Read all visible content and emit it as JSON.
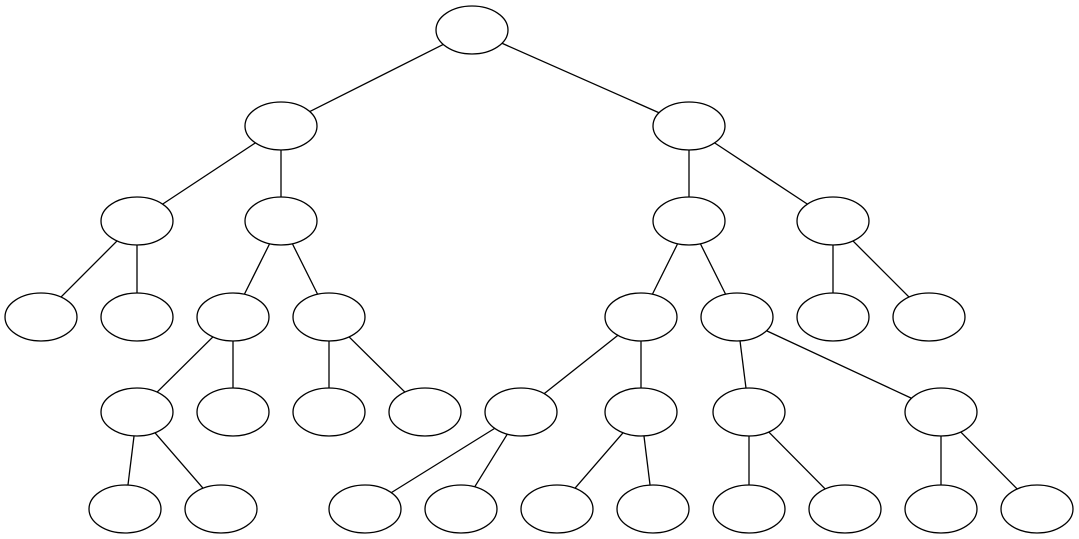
{
  "diagram": {
    "type": "tree",
    "node_labels_visible": false,
    "stroke_color": "#000000",
    "fill_color": "#ffffff",
    "nodes": [
      "n0",
      "n1",
      "n2",
      "n3",
      "n4",
      "n5",
      "n6",
      "n7",
      "n8",
      "n9",
      "n10",
      "n11",
      "n12",
      "n13",
      "n14",
      "n15",
      "n16",
      "n17",
      "n18",
      "n19",
      "n20",
      "n21",
      "n22",
      "n23",
      "n24",
      "n25",
      "n26",
      "n27",
      "n28",
      "n29",
      "n30",
      "n31",
      "n32",
      "n33",
      "n34"
    ],
    "edges": [
      [
        "n0",
        "n1"
      ],
      [
        "n0",
        "n2"
      ],
      [
        "n1",
        "n3"
      ],
      [
        "n1",
        "n4"
      ],
      [
        "n2",
        "n5"
      ],
      [
        "n2",
        "n6"
      ],
      [
        "n3",
        "n7"
      ],
      [
        "n3",
        "n8"
      ],
      [
        "n4",
        "n9"
      ],
      [
        "n4",
        "n10"
      ],
      [
        "n5",
        "n11"
      ],
      [
        "n5",
        "n12"
      ],
      [
        "n6",
        "n13"
      ],
      [
        "n6",
        "n14"
      ],
      [
        "n9",
        "n15"
      ],
      [
        "n9",
        "n16"
      ],
      [
        "n10",
        "n17"
      ],
      [
        "n10",
        "n18"
      ],
      [
        "n11",
        "n19"
      ],
      [
        "n11",
        "n20"
      ],
      [
        "n12",
        "n21"
      ],
      [
        "n12",
        "n22"
      ],
      [
        "n15",
        "n23"
      ],
      [
        "n15",
        "n24"
      ],
      [
        "n19",
        "n25"
      ],
      [
        "n19",
        "n26"
      ],
      [
        "n20",
        "n27"
      ],
      [
        "n20",
        "n28"
      ],
      [
        "n21",
        "n29"
      ],
      [
        "n21",
        "n30"
      ],
      [
        "n22",
        "n31"
      ],
      [
        "n22",
        "n32"
      ]
    ]
  }
}
